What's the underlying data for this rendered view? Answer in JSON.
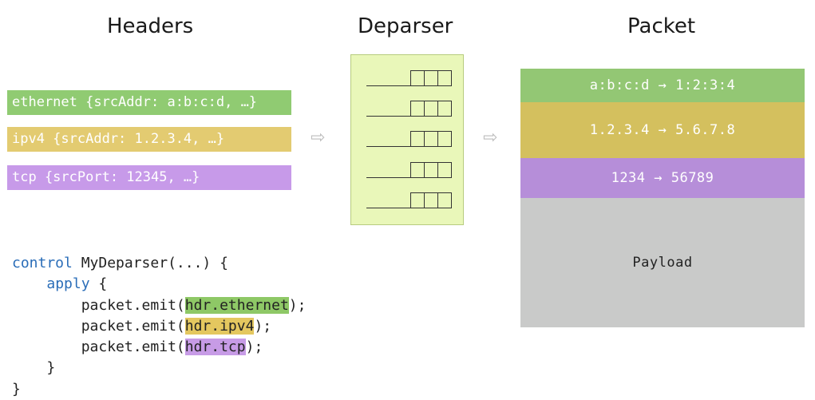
{
  "titles": {
    "headers": "Headers",
    "deparser": "Deparser",
    "packet": "Packet"
  },
  "headers": [
    {
      "id": "ethernet",
      "text": "ethernet {srcAddr: a:b:c:d, …}",
      "color": "#90cb72"
    },
    {
      "id": "ipv4",
      "text": "ipv4 {srcAddr: 1.2.3.4, …}",
      "color": "#e3cb71"
    },
    {
      "id": "tcp",
      "text": "tcp {srcPort: 12345, …}",
      "color": "#c79ae9"
    }
  ],
  "arrow_glyph": "⇨",
  "deparser": {
    "row_count": 5,
    "cells_per_row": 3,
    "fill": "#e9f7b9"
  },
  "packet": [
    {
      "id": "ethernet",
      "text": "a:b:c:d → 1:2:3:4",
      "color": "#93c774"
    },
    {
      "id": "ipv4",
      "text": "1.2.3.4 → 5.6.7.8",
      "color": "#d4c05e"
    },
    {
      "id": "tcp",
      "text": "1234 → 56789",
      "color": "#b68ed9"
    },
    {
      "id": "payload",
      "text": "Payload",
      "color": "#c9cac9"
    }
  ],
  "code": {
    "line1_kw": "control",
    "line1_rest": " MyDeparser(...) {",
    "line2_kw": "apply",
    "line2_rest": " {",
    "emit_prefix": "packet.emit(",
    "emit_suffix": ");",
    "emit_args": [
      "hdr.ethernet",
      "hdr.ipv4",
      "hdr.tcp"
    ],
    "close_inner": "}",
    "close_outer": "}"
  }
}
